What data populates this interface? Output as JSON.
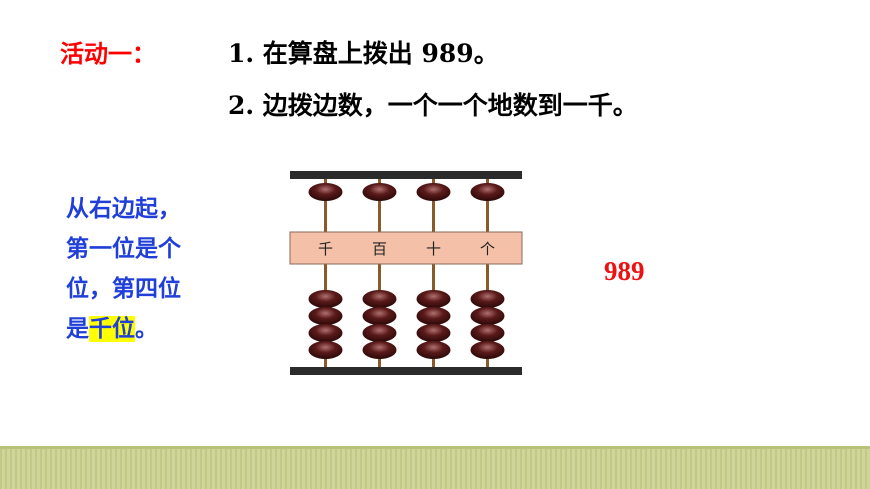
{
  "activity_label": "活动一：",
  "tasks": [
    "1. 在算盘上拨出 989。",
    "2. 边拨边数，一个一个地数到一千。"
  ],
  "hint": {
    "line1": "从右边起，",
    "line2": "第一位是个",
    "line3": "位，第四位",
    "line4_prefix": "是",
    "line4_highlight": "千位",
    "line4_suffix": "。"
  },
  "abacus": {
    "place_labels": [
      "千",
      "百",
      "十",
      "个"
    ],
    "frame_color": "#2b2b2b",
    "beam_color": "#f4c0a8",
    "bead_color": "#5a1a1a",
    "rod_color": "#8b5a2b"
  },
  "counter_value": "989"
}
